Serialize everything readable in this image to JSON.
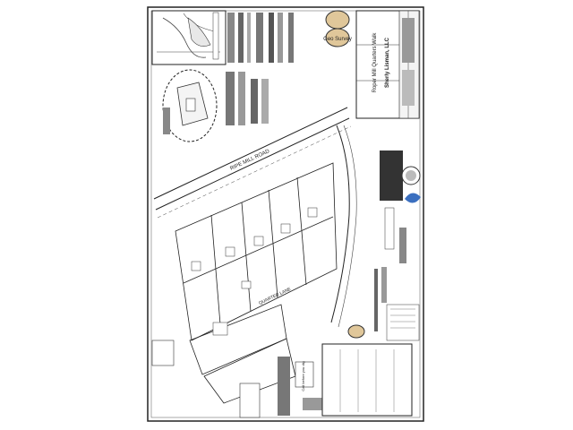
{
  "document": {
    "road_label": "RIPE MILL ROAD",
    "lane_label": "QUARTER LANE",
    "project_title": "Roper Mill Quarters Walk",
    "owner_name": "Sherly Lisman, LLC",
    "surveyor_badge": "Geo Survey",
    "note_call": "Call before you dig"
  },
  "colors": {
    "ink": "#222222",
    "paper": "#ffffff",
    "badge_fill": "#e0c79a",
    "badge_border": "#333333",
    "water_blue": "#3b6fbf"
  }
}
